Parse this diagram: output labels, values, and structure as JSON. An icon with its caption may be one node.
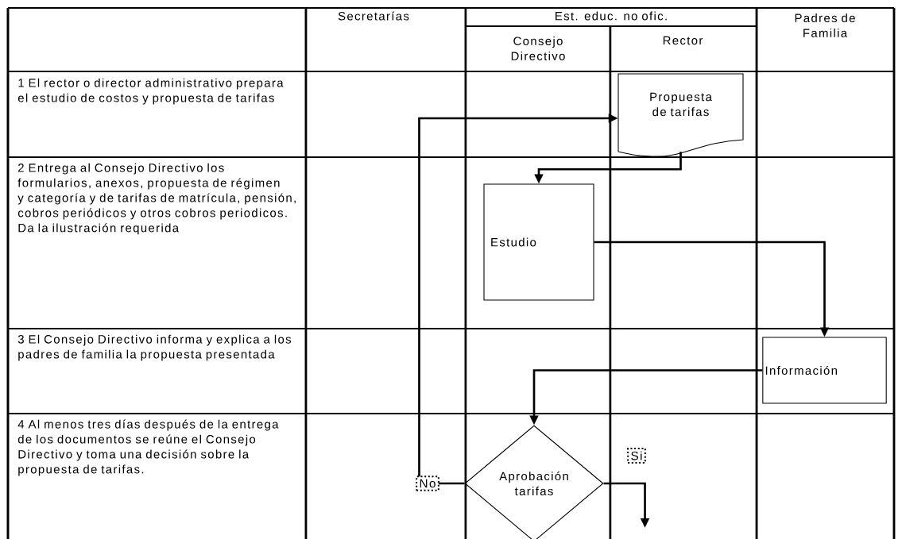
{
  "diagram": {
    "nodes": [
      {
        "text": [
          "Propuesta de tarifas"
        ]
      },
      {
        "text": [
          "Estudio"
        ]
      },
      {
        "text": [
          "Información"
        ]
      },
      {
        "text": [
          "Aprobación tarifas"
        ]
      }
    ],
    "edges": [
      {
        "from": 0,
        "to": 1,
        "arrow": "to"
      },
      {
        "from": 1,
        "to": 2,
        "arrow": "to"
      },
      {
        "from": 2,
        "to": 3,
        "arrow": "to"
      },
      {
        "from": 3,
        "to": 0,
        "arrow": "to",
        "label": "No"
      },
      {
        "from": 3,
        "to": null,
        "arrow": "to",
        "label": "Si"
      }
    ],
    "labels": [
      "Secretarías",
      "Est. educ. no ofic.",
      "Padres de Familia",
      "Consejo Directivo",
      "Rector",
      "1 El rector o director administrativo prepara el estudio de costos y propuesta de tarifas",
      "2 Entrega al Consejo Directivo los formularios, anexos, propuesta de régimen y categoría y de tarifas de matrícula, pensión, cobros periódicos y otros cobros periodicos. Da la ilustración requerida",
      "3 El Consejo Directivo informa y explica a los padres de familia la propuesta presentada",
      "4 Al menos tres días después de la entrega de los documentos se reúne el Consejo Directivo y toma una decisión sobre la propuesta de tarifas."
    ]
  }
}
